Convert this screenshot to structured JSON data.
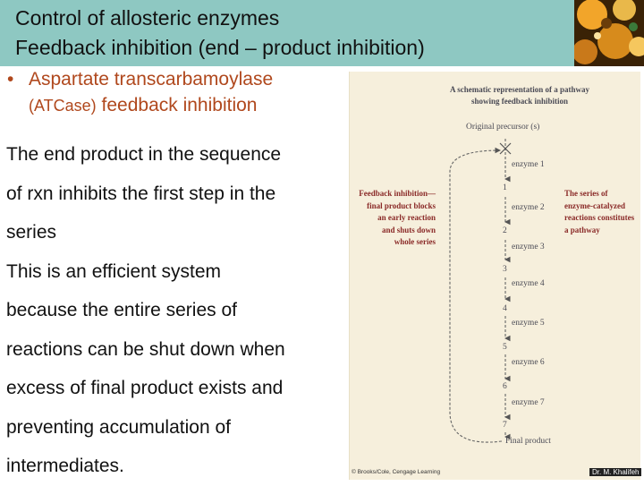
{
  "title": {
    "line1": "Control of allosteric enzymes",
    "line2": "Feedback inhibition (end – product inhibition)"
  },
  "bullet": {
    "marker": "•",
    "line1": "Aspartate transcarbamoylase",
    "line2_small": "(ATCase)",
    "line2_rest": " feedback inhibition"
  },
  "body": [
    "The end product in the sequence",
    "of rxn inhibits the first step in the",
    "series",
    "This is an efficient system",
    "because the entire series of",
    "reactions can be shut down when",
    "excess of final product exists and",
    "preventing accumulation of",
    "intermediates."
  ],
  "figure": {
    "title_line1": "A schematic representation of a pathway",
    "title_line2": "showing feedback inhibition",
    "precursor": "Original precursor (s)",
    "enzymes": [
      "enzyme 1",
      "enzyme 2",
      "enzyme 3",
      "enzyme 4",
      "enzyme 5",
      "enzyme 6",
      "enzyme 7"
    ],
    "intermediates": [
      "1",
      "2",
      "3",
      "4",
      "5",
      "6",
      "7"
    ],
    "final_product": "Final product",
    "left_note": [
      "Feedback inhibition—",
      "final product blocks",
      "an early reaction",
      "and shuts down",
      "whole series"
    ],
    "right_note": [
      "The series of",
      "enzyme-catalyzed",
      "reactions constitutes",
      "a pathway"
    ],
    "credit": "© Brooks/Cole, Cengage Learning"
  },
  "author": "Dr. M. Khalifeh",
  "colors": {
    "header": "#8ec8c2",
    "bullet": "#b0481d",
    "figure_bg": "#f6efdc",
    "note_red": "#8a2a28"
  }
}
